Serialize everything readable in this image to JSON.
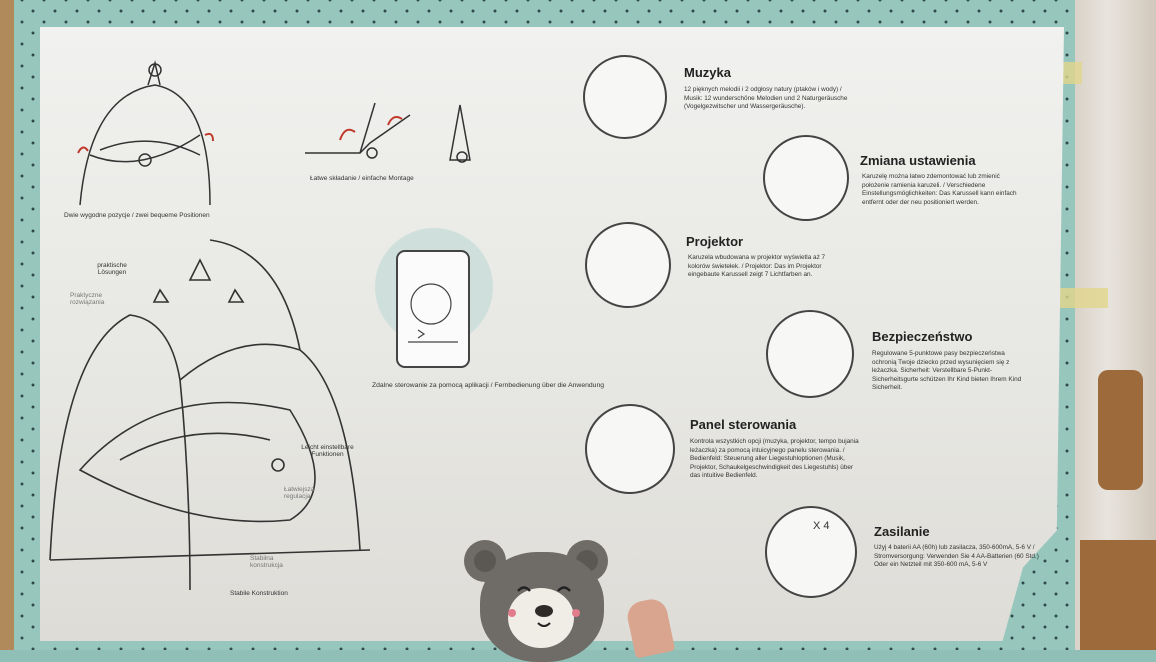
{
  "captions": {
    "positions": "Dwie wygodne pozycje / zwei bequeme Positionen",
    "folding": "Łatwe składanie / einfache Montage",
    "practical": "praktische Lösungen",
    "practical_pl": "Praktyczne rozwiązania",
    "adjustable": "Leicht einstellbare Funktionen",
    "adjustment_pl": "Łatwiejsza regulacja",
    "stable_pl": "Stabilna konstrukcja",
    "stable": "Stabile Konstruktion",
    "app": "Zdalne sterowanie za pomocą aplikacji / Fernbedienung über die Anwendung"
  },
  "features": [
    {
      "icon": "music-icon",
      "title": "Muzyka",
      "desc": "12 pięknych melodii i 2 odgłosy natury (ptaków i wody) / Musik: 12 wunderschöne Melodien und 2 Naturgeräusche (Vogelgezwitscher und Wassergeräusche)."
    },
    {
      "icon": "carousel-arm-icon",
      "title": "Zmiana ustawienia",
      "desc": "Karuzelę można łatwo zdemontować lub zmienić położenie ramienia karuzeli. / Verschiedene Einstellungsmöglichkeiten: Das Karussell kann einfach entfernt oder der neu positioniert werden."
    },
    {
      "icon": "projector-icon",
      "title": "Projektor",
      "desc": "Karuzela wbudowana w projektor wyświetla aż 7 kolorów świetełek. / Projektor: Das im Projektor eingebaute Karussell zeigt 7 Lichtfarben an."
    },
    {
      "icon": "harness-icon",
      "title": "Bezpieczeństwo",
      "desc": "Regulowane 5-punktowe pasy bezpieczeństwa ochronią Twoje dziecko przed wysunięciem się z leżaczka. Sicherheit: Verstellbare 5-Punkt-Sicherheitsgurte schützen Ihr Kind bieten Ihrem Kind Sicherheit."
    },
    {
      "icon": "control-panel-icon",
      "title": "Panel sterowania",
      "desc": "Kontrola wszystkich opcji (muzyka, projektor, tempo bujania leżaczka) za pomocą intuicyjnego panelu sterowania. / Bedienfeld: Steuerung aller Liegestuhloptionen (Musik, Projektor, Schaukelgeschwindigkeit des Liegestuhls) über das intuitive Bedienfeld."
    },
    {
      "icon": "battery-icon",
      "title": "Zasilanie",
      "desc": "Użyj 4 baterii AA (60h) lub zasilacza, 350-600mA, 5-6 V / Stromversorgung: Verwenden Sie 4 AA-Batterien (60 Std.) Oder ein Netzteil mit 350-600 mA, 5-6 V"
    }
  ],
  "battery_count": "X 4",
  "colors": {
    "accent_teal": "#97c6bd",
    "arrow_red": "#c0392b",
    "bear": "#6f6b66"
  }
}
